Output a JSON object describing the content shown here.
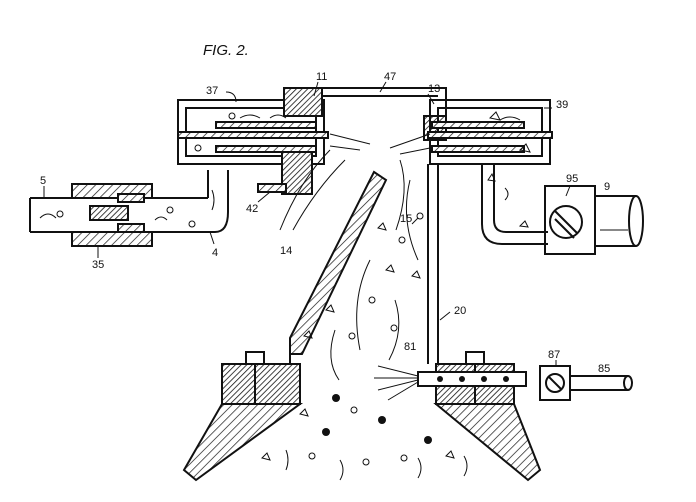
{
  "figure": {
    "title": "FIG. 2."
  },
  "labels": {
    "l5": "5",
    "l35": "35",
    "l4": "4",
    "l37": "37",
    "l42": "42",
    "l14": "14",
    "l11": "11",
    "l47": "47",
    "l13": "13",
    "l39": "39",
    "l95": "95",
    "l9": "9",
    "l15": "15",
    "l20": "20",
    "l81": "81",
    "l87": "87",
    "l85": "85"
  }
}
